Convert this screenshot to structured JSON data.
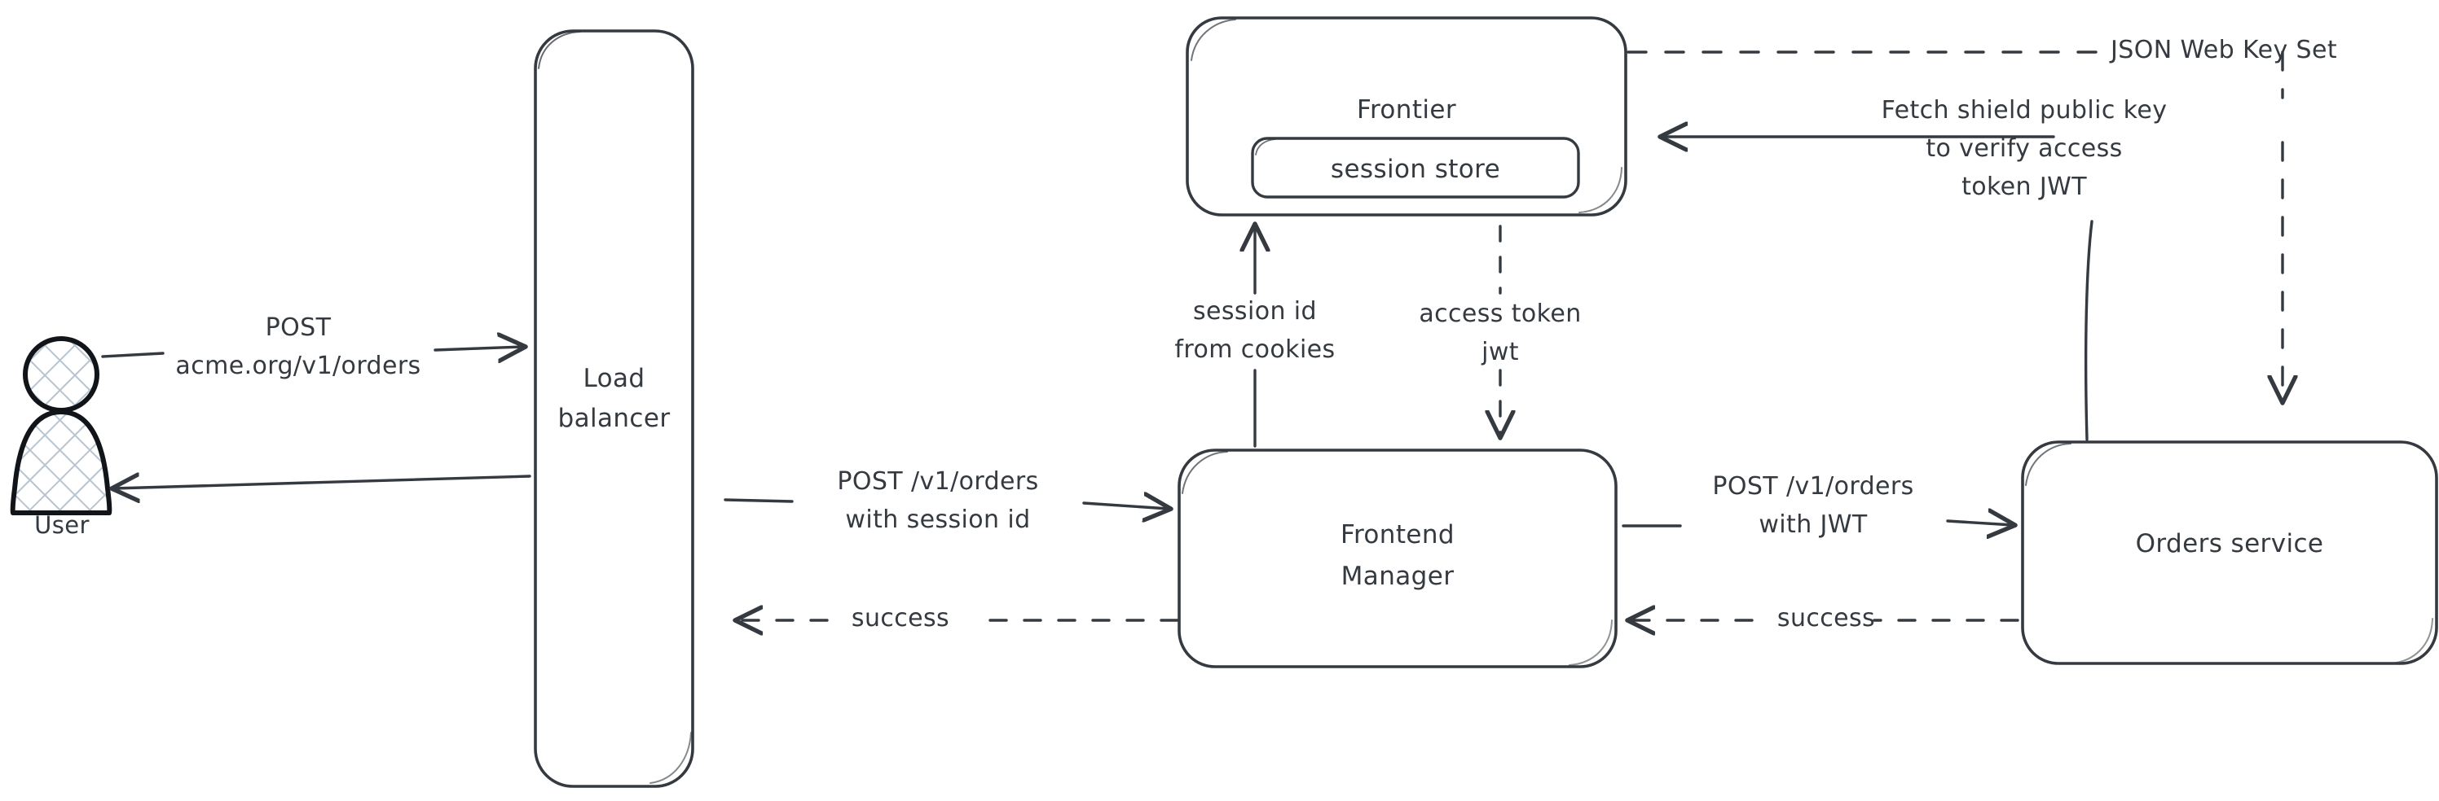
{
  "diagram": {
    "title": "Auth flow: user request through load balancer, frontend manager, frontier session store and orders service",
    "stroke_color": "#343a40",
    "background_color": "#ffffff",
    "user_fill_color": "#b8c4d0",
    "nodes": [
      {
        "id": "user",
        "name": "User",
        "shape": "actor",
        "label": "User"
      },
      {
        "id": "load-balancer",
        "name": "Load balancer",
        "shape": "rounded-rectangle",
        "label_line1": "Load",
        "label_line2": "balancer"
      },
      {
        "id": "frontier",
        "name": "Frontier",
        "shape": "rounded-rectangle",
        "label": "Frontier"
      },
      {
        "id": "session-store",
        "name": "session store",
        "shape": "rounded-rectangle",
        "label": "session store"
      },
      {
        "id": "frontend-manager",
        "name": "Frontend Manager",
        "shape": "rounded-rectangle",
        "label_line1": "Frontend",
        "label_line2": "Manager"
      },
      {
        "id": "orders-service",
        "name": "Orders service",
        "shape": "rounded-rectangle",
        "label": "Orders service"
      }
    ],
    "edges": [
      {
        "id": "user-to-lb",
        "from": "user",
        "to": "load-balancer",
        "style": "solid",
        "direction": "right",
        "label_line1": "POST",
        "label_line2": "acme.org/v1/orders"
      },
      {
        "id": "lb-to-user",
        "from": "load-balancer",
        "to": "user",
        "style": "solid",
        "direction": "left",
        "label": ""
      },
      {
        "id": "lb-to-fm",
        "from": "load-balancer",
        "to": "frontend-manager",
        "style": "solid",
        "direction": "right",
        "label_line1": "POST /v1/orders",
        "label_line2": "with session id"
      },
      {
        "id": "fm-to-lb",
        "from": "frontend-manager",
        "to": "load-balancer",
        "style": "dashed",
        "direction": "left",
        "label": "success"
      },
      {
        "id": "fm-to-frontier",
        "from": "frontend-manager",
        "to": "frontier",
        "style": "solid",
        "direction": "up",
        "label_line1": "session id",
        "label_line2": "from cookies"
      },
      {
        "id": "frontier-to-fm",
        "from": "frontier",
        "to": "frontend-manager",
        "style": "dashed",
        "direction": "down",
        "label_line1": "access token",
        "label_line2": "jwt"
      },
      {
        "id": "fm-to-orders",
        "from": "frontend-manager",
        "to": "orders-service",
        "style": "solid",
        "direction": "right",
        "label_line1": "POST /v1/orders",
        "label_line2": "with JWT"
      },
      {
        "id": "orders-to-fm",
        "from": "orders-service",
        "to": "frontend-manager",
        "style": "dashed",
        "direction": "left",
        "label": "success"
      },
      {
        "id": "orders-to-frontier",
        "from": "orders-service",
        "to": "frontier",
        "style": "solid",
        "direction": "left",
        "label_line1": "Fetch shield public key",
        "label_line2": "to verify access",
        "label_line3": "token JWT"
      },
      {
        "id": "frontier-to-orders",
        "from": "frontier",
        "to": "orders-service",
        "style": "dashed",
        "direction": "down",
        "label": "JSON Web Key Set"
      }
    ]
  }
}
